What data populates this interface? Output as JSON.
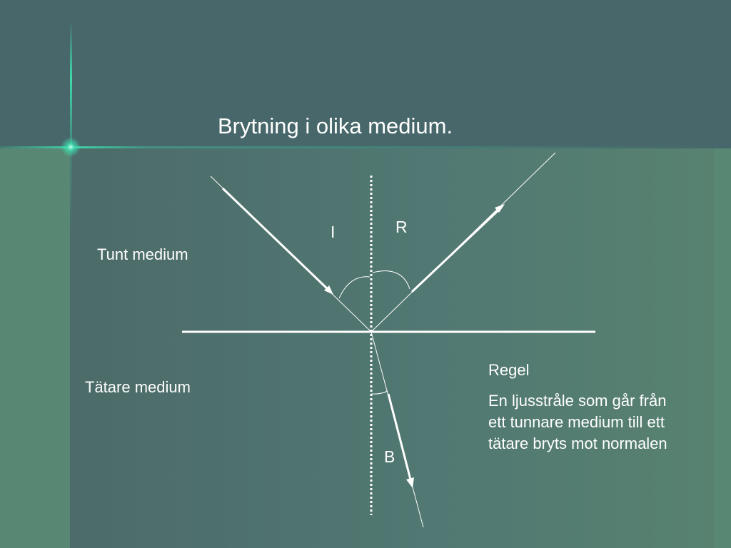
{
  "slide": {
    "title": "Brytning i olika medium.",
    "medium_top": "Tunt medium",
    "medium_bottom": "Tätare medium",
    "ray_labels": {
      "incident": "I",
      "reflected": "R",
      "refracted": "B"
    },
    "rule": {
      "heading": "Regel",
      "lines": [
        "En ljusstråle som går från",
        "ett tunnare medium till ett",
        "tätare bryts mot normalen"
      ]
    }
  },
  "colors": {
    "background_top": "#47676a",
    "background_main": "#4c6b69",
    "background_accent": "#588873",
    "glow": "#3fe0b0",
    "foreground": "#ffffff"
  }
}
